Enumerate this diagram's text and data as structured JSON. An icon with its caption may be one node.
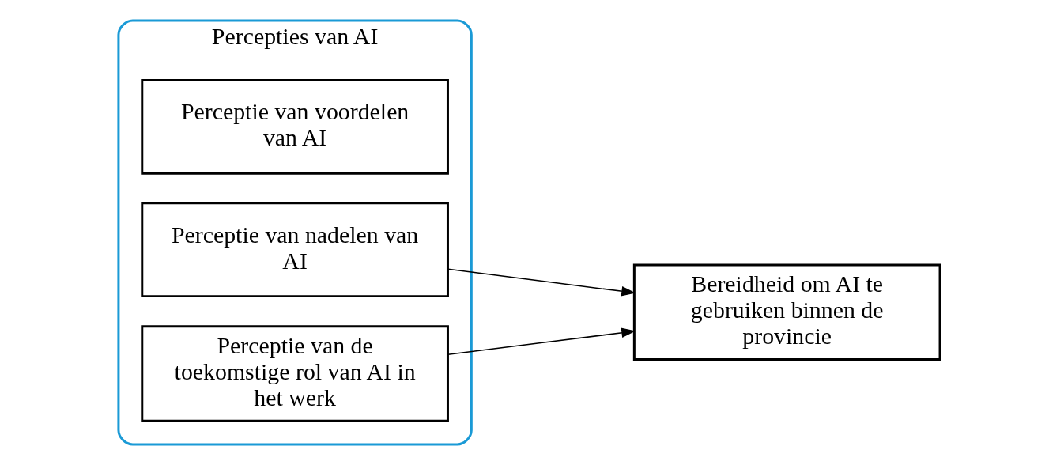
{
  "diagram": {
    "nodes": [
      {
        "text": [
          "Percepties van AI"
        ]
      },
      {
        "text": [
          "Perceptie van voordelen van AI"
        ],
        "in": 0
      },
      {
        "text": [
          "Perceptie van nadelen van AI"
        ],
        "in": 0
      },
      {
        "text": [
          "Perceptie van de toekomstige rol van AI in het werk"
        ],
        "in": 0
      },
      {
        "text": [
          "Bereidheid om AI te gebruiken binnen de provincie"
        ]
      }
    ],
    "edges": [
      {
        "from": 2,
        "to": 4,
        "arrow": "to"
      },
      {
        "from": 3,
        "to": 4,
        "arrow": "to"
      }
    ]
  }
}
